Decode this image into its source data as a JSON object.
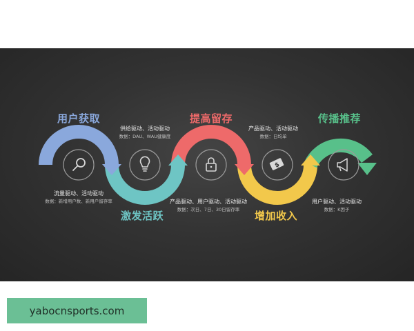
{
  "stages": [
    {
      "id": "acquisition",
      "title": "用户获取",
      "drivers": "流量驱动、活动驱动",
      "metrics": "数据：新增用户数、新用户留存率",
      "color": "#8aa8dc",
      "icon": "magnifier-icon"
    },
    {
      "id": "activation",
      "title": "激发活跃",
      "drivers": "供给驱动、活动驱动",
      "metrics": "数据：DAU、WAU健康度",
      "color": "#6ec5c4",
      "icon": "lightbulb-icon"
    },
    {
      "id": "retention",
      "title": "提高留存",
      "drivers": "产品驱动、用户驱动、活动驱动",
      "metrics": "数据：次日、7日、30日留存率",
      "color": "#ee6a6a",
      "icon": "padlock-icon"
    },
    {
      "id": "revenue",
      "title": "增加收入",
      "drivers": "产品驱动、活动驱动",
      "metrics": "数据：日均单",
      "color": "#f2c84b",
      "icon": "money-icon"
    },
    {
      "id": "referral",
      "title": "传播推荐",
      "drivers": "用户驱动、活动驱动",
      "metrics": "数据：K因子",
      "color": "#58c08a",
      "icon": "megaphone-icon"
    }
  ],
  "watermark": {
    "text": "yabocnsports.com",
    "color": "#6bbf95"
  }
}
